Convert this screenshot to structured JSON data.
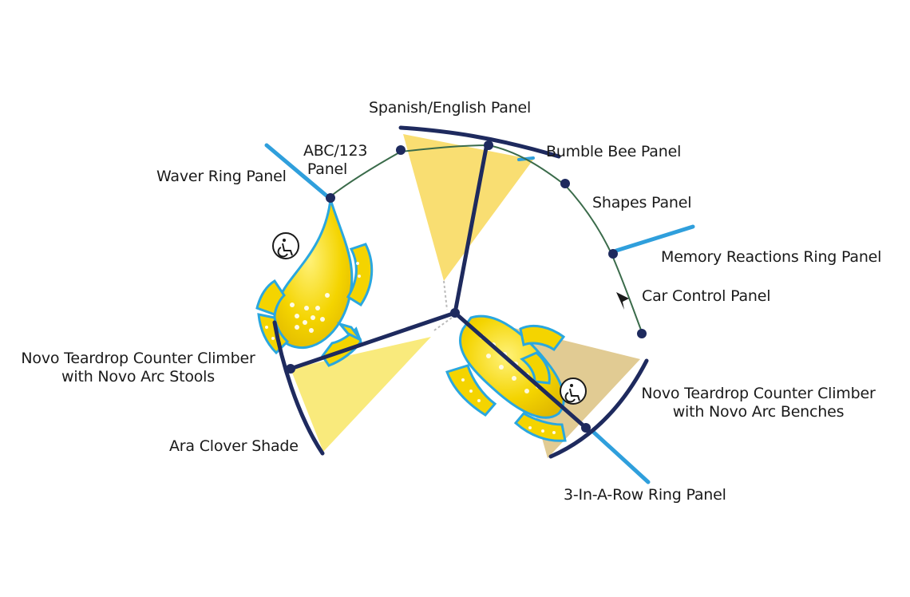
{
  "labels": {
    "spanish_english": "Spanish/English Panel",
    "abc_line1": "ABC/123",
    "abc_line2": "Panel",
    "bumble_bee": "Bumble Bee Panel",
    "waver_ring": "Waver Ring Panel",
    "shapes": "Shapes Panel",
    "memory_reactions": "Memory Reactions Ring Panel",
    "car_control": "Car Control Panel",
    "stools_line1": "Novo Teardrop Counter Climber",
    "stools_line2": "with Novo Arc Stools",
    "benches_line1": "Novo Teardrop Counter Climber",
    "benches_line2": "with Novo Arc Benches",
    "ara_clover": "Ara Clover Shade",
    "three_in_a_row": "3-In-A-Row Ring Panel"
  },
  "colors": {
    "frame": "#1e2a5e",
    "shade_yellow": "#f7d54a",
    "climber_yellow": "#f4d400",
    "outline_blue": "#2aa7df",
    "panel_blue": "#2f9fdc",
    "shade_tan": "#c9a13a",
    "cable_green": "#3a6b4a"
  },
  "icons": {
    "accessibility_left": "wheelchair-icon",
    "accessibility_right": "wheelchair-icon"
  }
}
